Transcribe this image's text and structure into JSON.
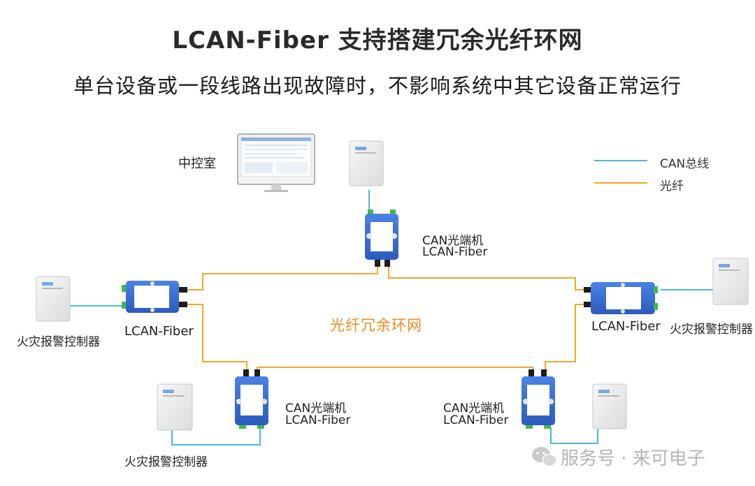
{
  "header": {
    "title": "LCAN-Fiber 支持搭建冗余光纤环网",
    "subtitle": "单台设备或一段线路出现故障时，不影响系统中其它设备正常运行"
  },
  "legend": {
    "can_bus": "CAN总线",
    "fiber": "光纤"
  },
  "colors": {
    "can_bus": "#4bb8d8",
    "fiber": "#f5a623",
    "device_blue": "#3a6fd1",
    "ring_label": "#f08a1c"
  },
  "labels": {
    "control_room": "中控室",
    "ring": "光纤冗余环网",
    "top_converter_line1": "CAN光端机",
    "top_converter_line2": "LCAN-Fiber",
    "left_converter": "LCAN-Fiber",
    "left_alarm": "火灾报警控制器",
    "right_converter": "LCAN-Fiber",
    "right_alarm": "火灾报警控制器",
    "bottom_left_converter_line1": "CAN光端机",
    "bottom_left_converter_line2": "LCAN-Fiber",
    "bottom_left_alarm": "火灾报警控制器",
    "bottom_right_converter_line1": "CAN光端机",
    "bottom_right_converter_line2": "LCAN-Fiber"
  },
  "watermark": {
    "text": "服务号 · 来可电子",
    "icon": "wechat-icon"
  },
  "icons": [
    "monitor-icon",
    "fire-alarm-controller-icon",
    "fiber-converter-icon"
  ]
}
